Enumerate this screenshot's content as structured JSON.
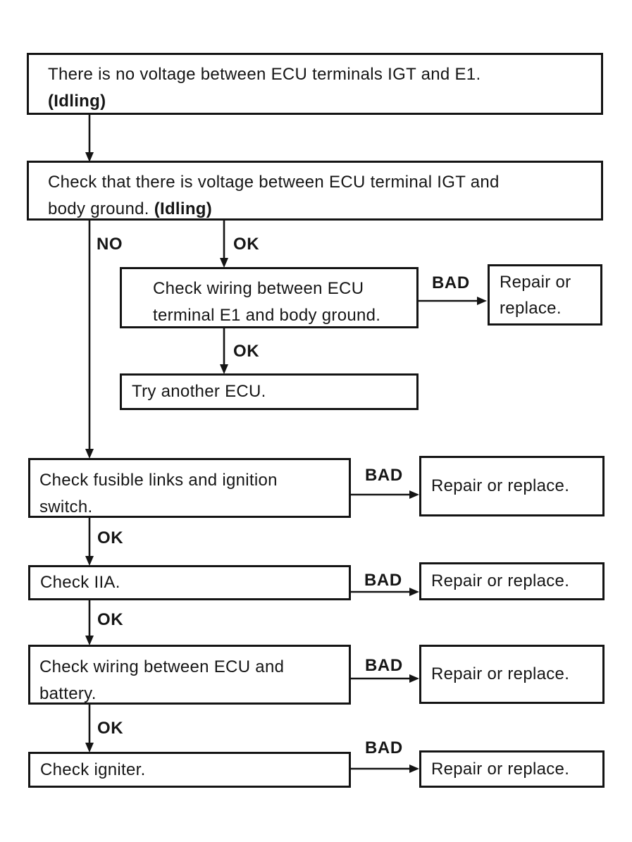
{
  "colors": {
    "ink": "#141414",
    "paper": "#ffffff"
  },
  "flowchart": {
    "labels": {
      "no": "NO",
      "ok": "OK",
      "bad": "BAD"
    },
    "boxes": {
      "problem": {
        "line1": "There is no voltage between ECU terminals IGT and E1.",
        "idling": "(Idling)"
      },
      "check_igt_voltage": {
        "line1": "Check that there is voltage between ECU terminal IGT and",
        "line2": "body ground. ",
        "idling": "(Idling)"
      },
      "check_wiring_e1": {
        "line1": "Check wiring between ECU",
        "line2": "terminal E1 and body ground."
      },
      "repair_e1": {
        "line1": "Repair or",
        "line2": "replace."
      },
      "try_ecu": {
        "text": "Try another ECU."
      },
      "check_fusible": {
        "line1": "Check fusible links and ignition",
        "line2": "switch."
      },
      "repair_fusible": {
        "text": "Repair or replace."
      },
      "check_iia": {
        "text": "Check IIA."
      },
      "repair_iia": {
        "text": "Repair or replace."
      },
      "check_wiring_battery": {
        "line1": "Check wiring between ECU and",
        "line2": "battery."
      },
      "repair_battery": {
        "text": "Repair or replace."
      },
      "check_igniter": {
        "text": "Check igniter."
      },
      "repair_igniter": {
        "text": "Repair or replace."
      }
    }
  }
}
